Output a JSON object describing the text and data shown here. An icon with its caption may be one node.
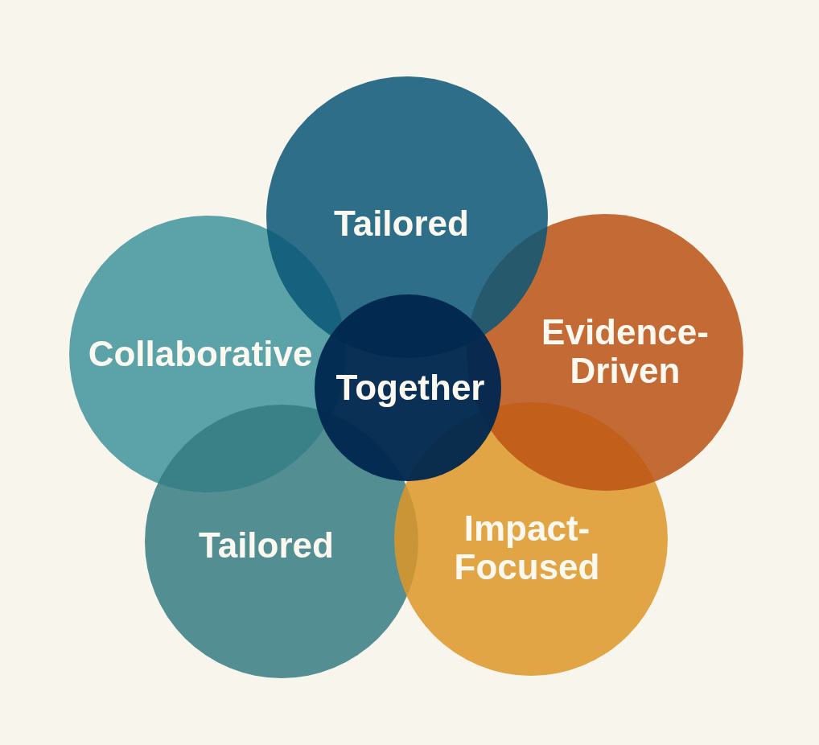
{
  "diagram": {
    "nodes": [
      {
        "text": [
          "Tailored"
        ]
      },
      {
        "text": [
          "Collaborative"
        ]
      },
      {
        "text": [
          "Evidence-Driven"
        ]
      },
      {
        "text": [
          "Together"
        ]
      },
      {
        "text": [
          "Tailored"
        ]
      },
      {
        "text": [
          "Impact-Focused"
        ]
      }
    ]
  }
}
